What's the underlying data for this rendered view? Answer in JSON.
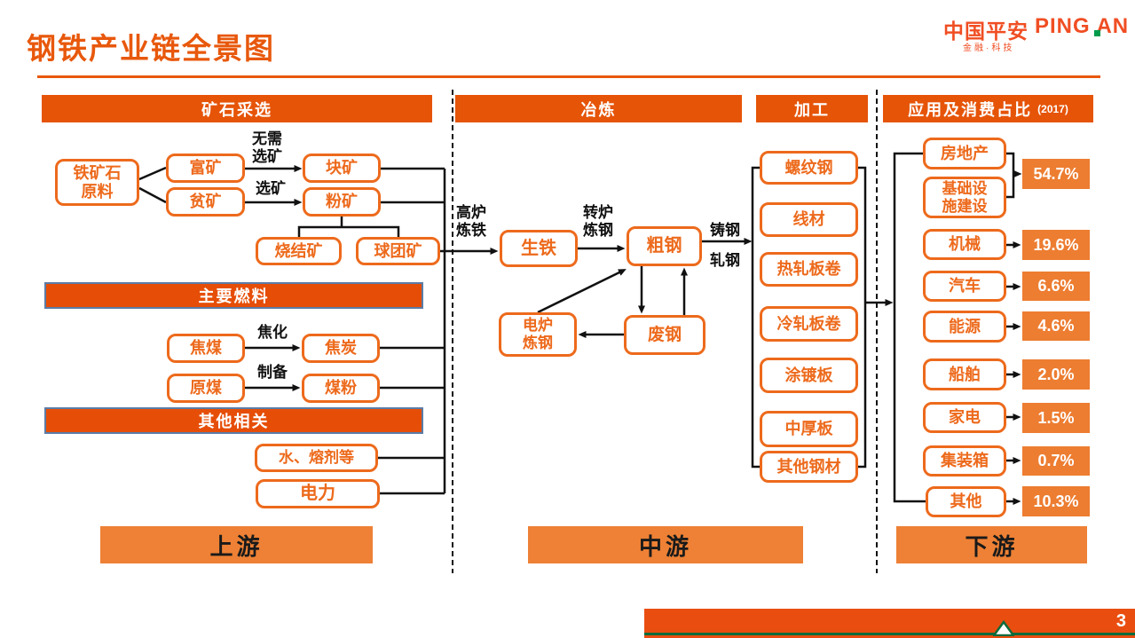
{
  "page": {
    "title": "钢铁产业链全景图",
    "page_number": "3"
  },
  "logo": {
    "cn": "中国平安",
    "en": "PING AN",
    "tagline": "金融·科技"
  },
  "headers": {
    "mining": "矿石采选",
    "smelting": "冶炼",
    "processing": "加工",
    "application": "应用及消费占比",
    "application_year": "(2017)"
  },
  "stages": {
    "upstream": "上游",
    "midstream": "中游",
    "downstream": "下游"
  },
  "mining": {
    "iron_ore": "铁矿石\n原料",
    "rich_ore": "富矿",
    "lean_ore": "贫矿",
    "lump_ore": "块矿",
    "fine_ore": "粉矿",
    "sinter": "烧结矿",
    "pellet": "球团矿",
    "label_no_beneficiation": "无需\n选矿",
    "label_beneficiation": "选矿",
    "fuel_bar": "主要燃料",
    "coking_coal": "焦煤",
    "label_coking": "焦化",
    "coke": "焦炭",
    "raw_coal": "原煤",
    "label_preparation": "制备",
    "coal_powder": "煤粉",
    "other_bar": "其他相关",
    "water_flux": "水、熔剂等",
    "electricity": "电力"
  },
  "smelting": {
    "label_bf": "高炉\n炼铁",
    "pig_iron": "生铁",
    "label_converter": "转炉\n炼钢",
    "crude_steel": "粗钢",
    "label_cast": "铸钢",
    "label_roll": "轧钢",
    "eaf": "电炉\n炼钢",
    "scrap_steel": "废钢"
  },
  "processing": {
    "items": [
      "螺纹钢",
      "线材",
      "热轧板卷",
      "冷轧板卷",
      "涂镀板",
      "中厚板",
      "其他钢材"
    ]
  },
  "application": {
    "real_estate": "房地产",
    "infrastructure": "基础设\n施建设",
    "real_estate_infra_pct": "54.7%",
    "rows": [
      {
        "label": "机械",
        "pct": "19.6%"
      },
      {
        "label": "汽车",
        "pct": "6.6%"
      },
      {
        "label": "能源",
        "pct": "4.6%"
      },
      {
        "label": "船舶",
        "pct": "2.0%"
      },
      {
        "label": "家电",
        "pct": "1.5%"
      },
      {
        "label": "集装箱",
        "pct": "0.7%"
      },
      {
        "label": "其他",
        "pct": "10.3%"
      }
    ]
  },
  "colors": {
    "header_orange": "#E65408",
    "box_border_orange": "#ED6A1C",
    "stage_bar_orange": "#EE8135",
    "pct_box_orange": "#ED7D31",
    "footer_orange": "#E94E10",
    "brand_red": "#F04E23",
    "brand_green": "#0E6B3B",
    "fuel_bar_border_blue": "#5B7CA6",
    "line_black": "#111111"
  }
}
